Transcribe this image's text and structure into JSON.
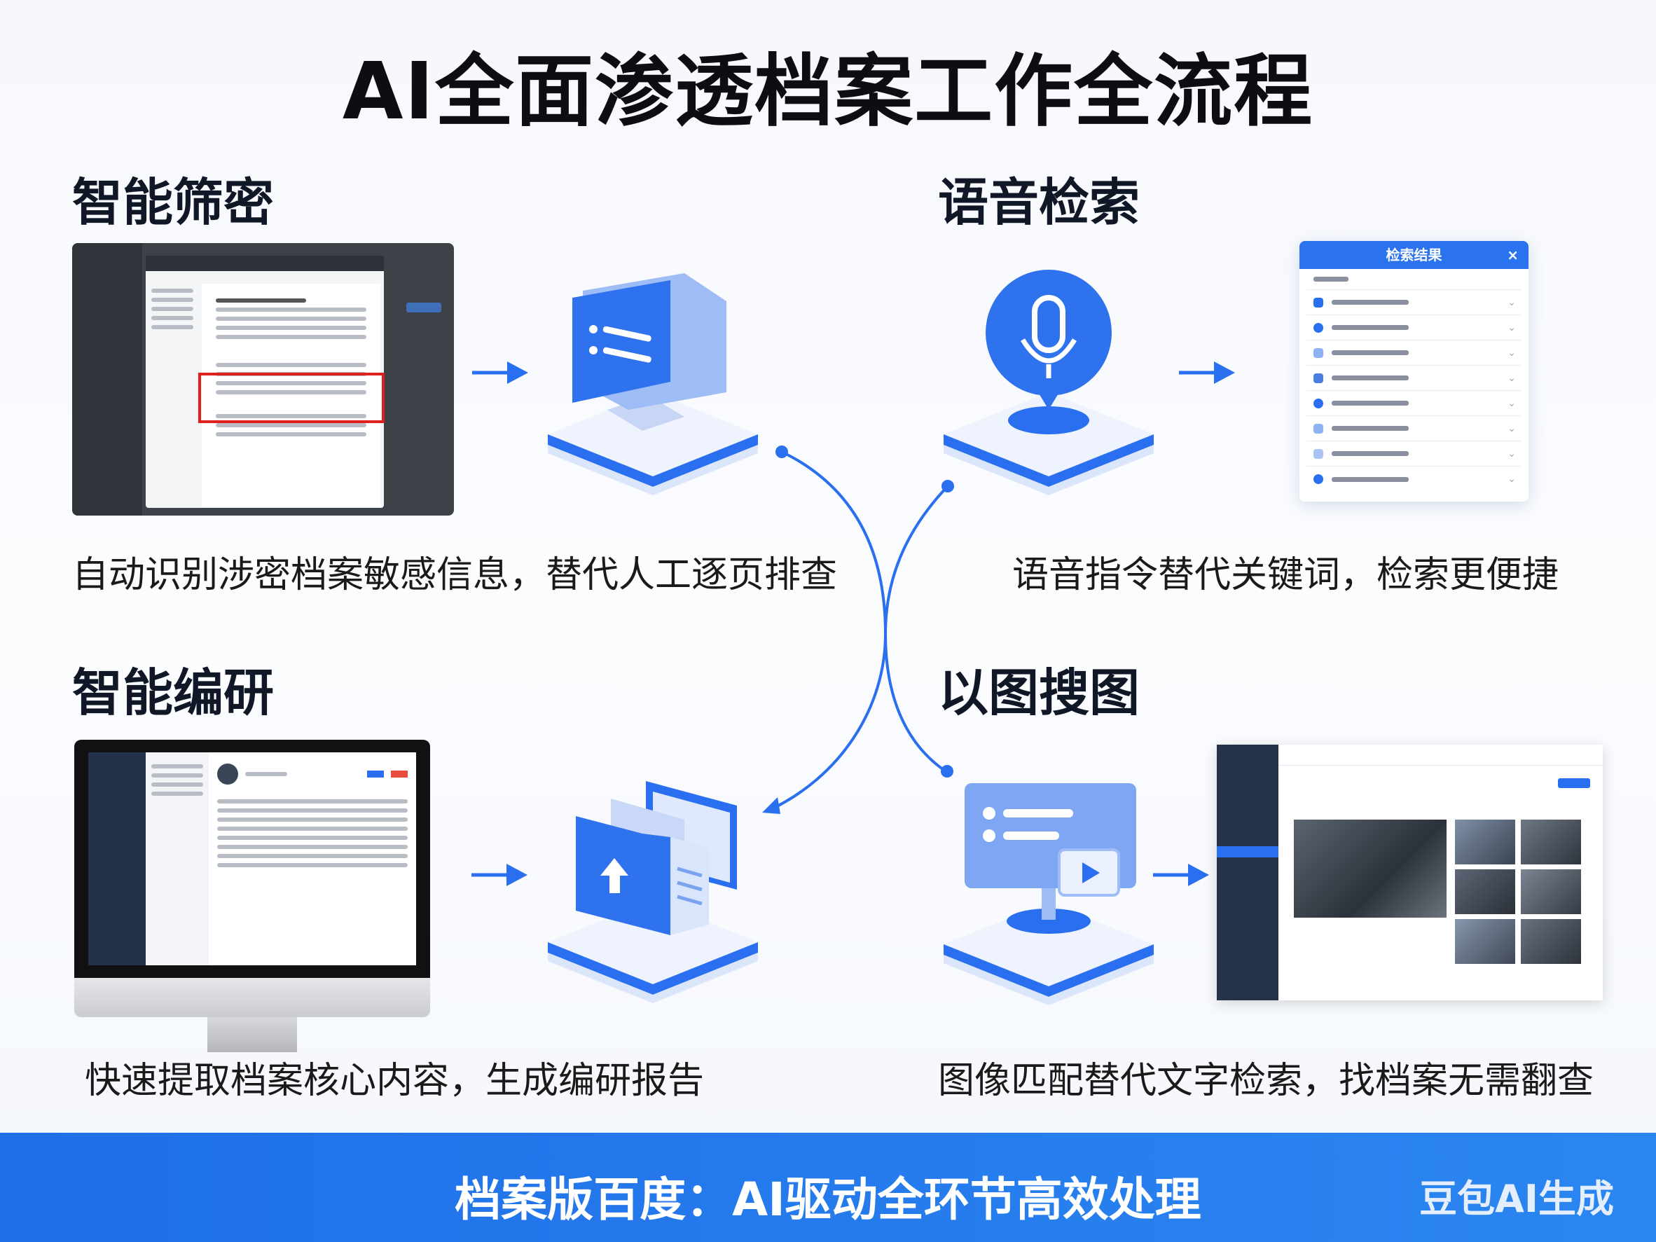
{
  "title": "AI全面渗透档案工作全流程",
  "sections": [
    {
      "heading": "智能筛密",
      "caption": "自动识别涉密档案敏感信息，替代人工逐页排查"
    },
    {
      "heading": "语音检索",
      "caption": "语音指令替代关键词，检索更便捷"
    },
    {
      "heading": "智能编研",
      "caption": "快速提取档案核心内容，生成编研报告"
    },
    {
      "heading": "以图搜图",
      "caption": "图像匹配替代文字检索，找档案无需翻查"
    }
  ],
  "search_panel": {
    "title": "检索结果",
    "close": "×"
  },
  "banner": {
    "text": "档案版百度：AI驱动全环节高效处理",
    "watermark": "豆包AI生成"
  },
  "colors": {
    "accent": "#2a6ff0",
    "banner": "#1f6fe8",
    "highlight": "#e0201c"
  }
}
